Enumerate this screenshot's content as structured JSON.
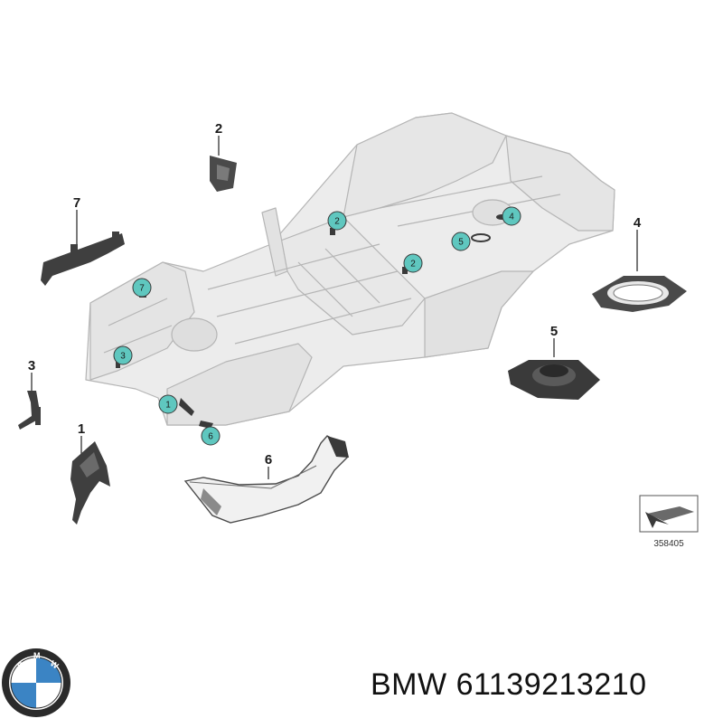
{
  "diagram": {
    "callouts": {
      "c1": "1",
      "c2": "2",
      "c3": "3",
      "c4": "4",
      "c5": "5",
      "c6": "6",
      "c7": "7"
    },
    "badges": {
      "b1": "1",
      "b2a": "2",
      "b2b": "2",
      "b3": "3",
      "b4": "4",
      "b5": "5",
      "b6": "6",
      "b7": "7"
    },
    "image_code": "358405"
  },
  "colors": {
    "badge_fill": "#5fc7bf",
    "part_dark": "#3a3a3a",
    "body_light": "#ececec",
    "body_line": "#b5b5b5"
  },
  "footer": {
    "brand": "BMW",
    "part_number": "61139213210"
  }
}
